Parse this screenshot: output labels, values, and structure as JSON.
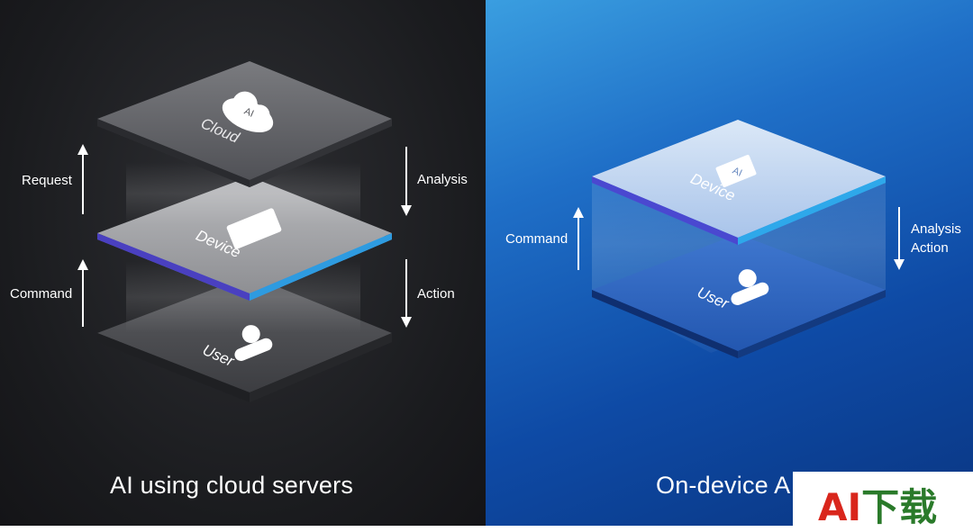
{
  "left": {
    "layers": {
      "cloud": "Cloud",
      "cloud_badge": "AI",
      "device": "Device",
      "user": "User"
    },
    "arrows": {
      "request": "Request",
      "analysis": "Analysis",
      "command": "Command",
      "action": "Action"
    },
    "title": "AI using cloud servers"
  },
  "right": {
    "layers": {
      "device": "Device",
      "device_badge": "AI",
      "user": "User"
    },
    "arrows": {
      "command": "Command",
      "analysis": "Analysis",
      "action": "Action"
    },
    "title": "On-device A"
  },
  "watermark": {
    "part1": "AI",
    "part2": "下载"
  }
}
